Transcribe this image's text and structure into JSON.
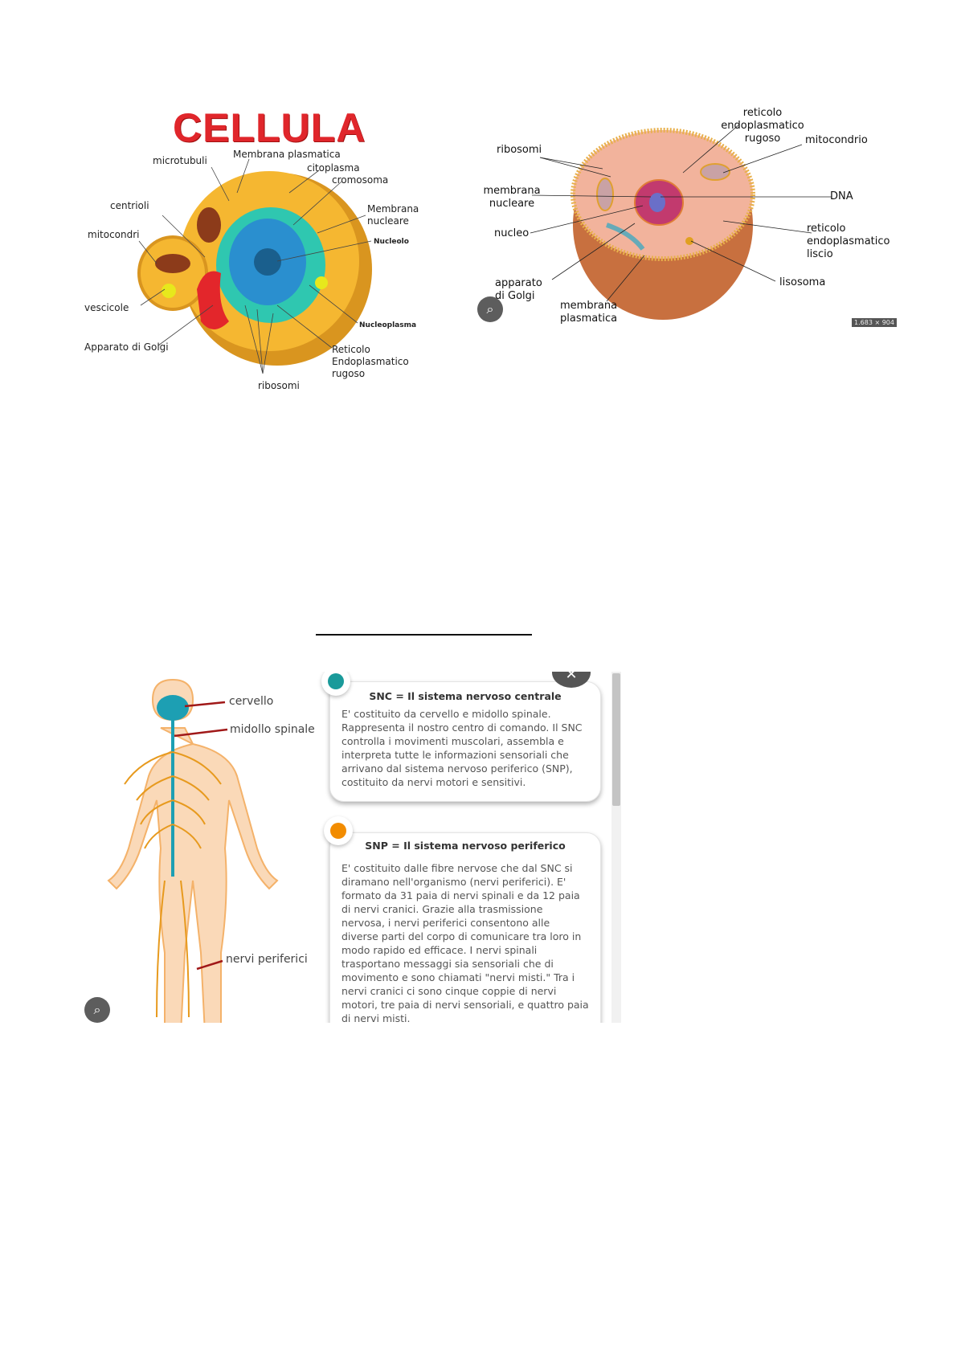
{
  "figure1": {
    "title": "CELLULA",
    "labels": {
      "microtubuli": "microtubuli",
      "membrana_plasmatica": "Membrana plasmatica",
      "citoplasma": "citoplasma",
      "cromosoma": "cromosoma",
      "centrioli": "centrioli",
      "membrana_nucleare": "Membrana nucleare",
      "mitocondri": "mitocondri",
      "nucleolo": "Nucleolo",
      "vescicole": "vescicole",
      "nucleoplasma": "Nucleoplasma",
      "apparato_golgi": "Apparato di Golgi",
      "reticolo": "Reticolo Endoplasmatico rugoso",
      "ribosomi": "ribosomi"
    }
  },
  "figure2": {
    "labels": {
      "rer": "reticolo endoplasmatico rugoso",
      "ribosomi": "ribosomi",
      "mitocondrio": "mitocondrio",
      "membrana_nucleare": "membrana nucleare",
      "dna": "DNA",
      "nucleo": "nucleo",
      "rel": "reticolo endoplasmatico liscio",
      "apparato_golgi": "apparato di Golgi",
      "lisosoma": "lisosoma",
      "membrana_plasmatica": "membrana plasmatica"
    },
    "size_badge": "1.683 × 904",
    "lens_icon": "google-lens-icon"
  },
  "figure3": {
    "labels": {
      "cervello": "cervello",
      "midollo": "midollo spinale",
      "nervi": "nervi periferici"
    },
    "snc": {
      "title": "SNC = Il sistema nervoso centrale",
      "text": "E' costituito da cervello e midollo spinale. Rappresenta il nostro centro di comando. Il SNC controlla i movimenti muscolari, assembla e interpreta tutte le informazioni sensoriali che arrivano dal sistema nervoso periferico (SNP), costituito da nervi motori e sensitivi.",
      "color": "#1a9a9a"
    },
    "snp": {
      "title": "SNP = Il sistema nervoso periferico",
      "text": "E' costituito dalle fibre nervose che dal SNC si diramano nell'organismo (nervi periferici). E' formato da 31 paia di nervi spinali e da 12 paia di nervi cranici. Grazie alla trasmissione nervosa, i nervi periferici consentono alle diverse parti del corpo di comunicare tra loro in modo rapido ed efficace. I nervi spinali trasportano messaggi sia sensoriali che di movimento e sono chiamati \"nervi misti.\" Tra i nervi cranici ci sono cinque coppie di nervi motori, tre paia di nervi sensoriali, e quattro paia di nervi misti.",
      "color": "#f28c00"
    }
  }
}
